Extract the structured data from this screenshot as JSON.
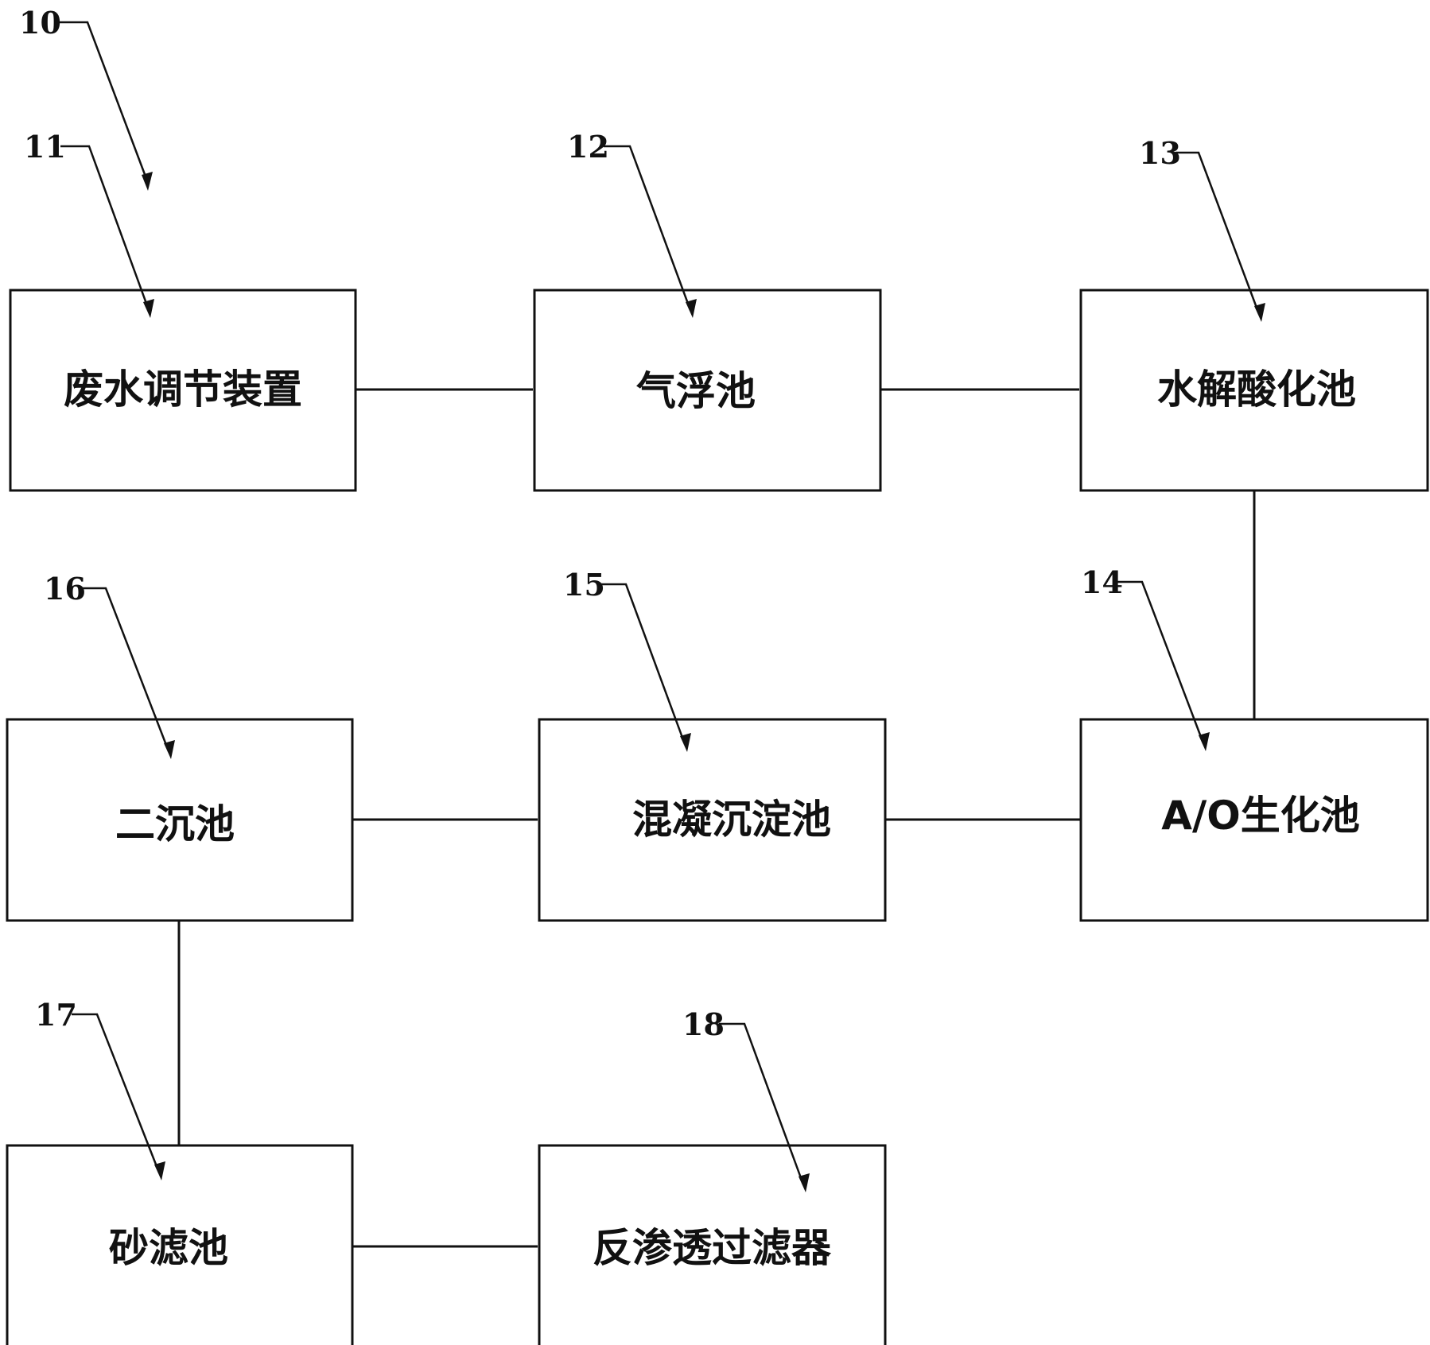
{
  "figure_ref": "10",
  "boxes": {
    "b11": {
      "ref": "11",
      "label": "废水调节装置"
    },
    "b12": {
      "ref": "12",
      "label": "气浮池"
    },
    "b13": {
      "ref": "13",
      "label": "水解酸化池"
    },
    "b14": {
      "ref": "14",
      "label": "A/O生化池"
    },
    "b15": {
      "ref": "15",
      "label": "混凝沉淀池"
    },
    "b16": {
      "ref": "16",
      "label": "二沉池"
    },
    "b17": {
      "ref": "17",
      "label": "砂滤池"
    },
    "b18": {
      "ref": "18",
      "label": "反渗透过滤器"
    }
  }
}
